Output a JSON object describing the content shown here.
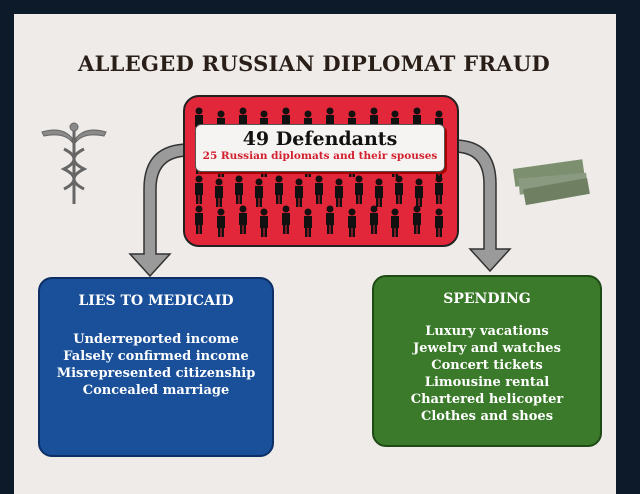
{
  "title": "ALLEGED RUSSIAN DIPLOMAT FRAUD",
  "center": {
    "headline": "49 Defendants",
    "subline": "25 Russian diplomats and their spouses",
    "people_count": 49,
    "color": "#e3273a"
  },
  "lies": {
    "title": "LIES TO MEDICAID",
    "items": [
      "Underreported income",
      "Falsely confirmed income",
      "Misrepresented citizenship",
      "Concealed marriage"
    ],
    "color": "#1a4f99"
  },
  "spending": {
    "title": "SPENDING",
    "items": [
      "Luxury vacations",
      "Jewelry and watches",
      "Concert tickets",
      "Limousine rental",
      "Chartered helicopter",
      "Clothes and shoes"
    ],
    "color": "#3a7a2a"
  },
  "icons": [
    "caduceus-icon",
    "money-stack-icon"
  ]
}
